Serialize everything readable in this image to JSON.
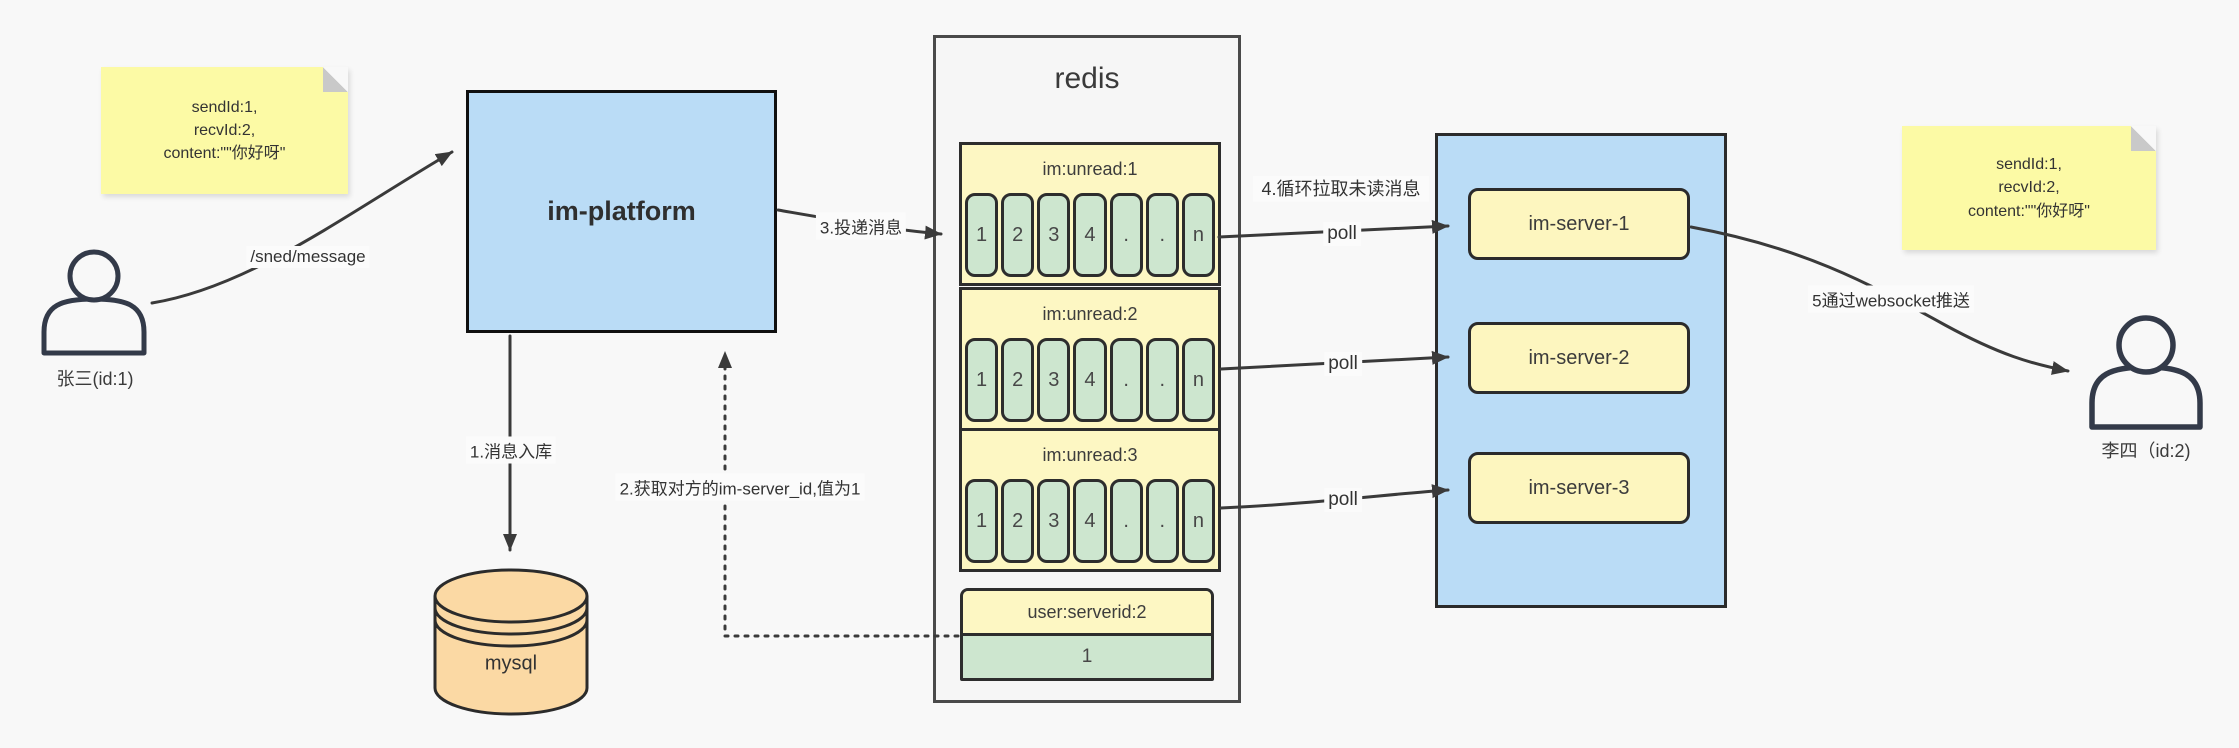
{
  "colors": {
    "canvas_bg": "#f8f8f8",
    "note_yellow": "#fcfaa5",
    "platform_blue": "#badcf6",
    "queue_yellow": "#fdf7c3",
    "cell_green": "#cde6cf",
    "server_yellow": "#fdf6bf",
    "mysql_tan": "#fbd9a4",
    "arrow_dark": "#3a3a3a"
  },
  "actors": {
    "sender": {
      "label": "张三(id:1)"
    },
    "receiver": {
      "label": "李四（id:2)"
    }
  },
  "notes": {
    "left": {
      "line1": "sendId:1,",
      "line2": "recvId:2,",
      "line3": "content:\"\"你好呀\""
    },
    "right": {
      "line1": "sendId:1,",
      "line2": "recvId:2,",
      "line3": "content:\"\"你好呀\""
    }
  },
  "platform": {
    "label": "im-platform"
  },
  "database": {
    "label": "mysql"
  },
  "redis": {
    "title": "redis",
    "queues": [
      {
        "header": "im:unread:1",
        "cells": [
          "1",
          "2",
          "3",
          "4",
          ".",
          ".",
          "n"
        ]
      },
      {
        "header": "im:unread:2",
        "cells": [
          "1",
          "2",
          "3",
          "4",
          ".",
          ".",
          "n"
        ]
      },
      {
        "header": "im:unread:3",
        "cells": [
          "1",
          "2",
          "3",
          "4",
          ".",
          ".",
          "n"
        ]
      }
    ],
    "kv": {
      "header": "user:serverid:2",
      "value": "1"
    }
  },
  "servers": [
    {
      "label": "im-server-1"
    },
    {
      "label": "im-server-2"
    },
    {
      "label": "im-server-3"
    }
  ],
  "edges": {
    "send_label": "/sned/message",
    "step1_label": "1.消息入库",
    "step2_label": "2.获取对方的im-server_id,值为1",
    "step3_label": "3.投递消息",
    "step4_label": "4.循环拉取未读消息",
    "step5_label": "5通过websocket推送",
    "poll_label": "poll"
  }
}
